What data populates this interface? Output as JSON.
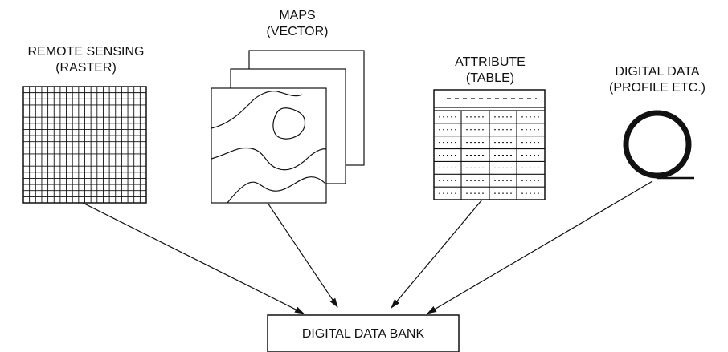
{
  "sources": {
    "remote_sensing": {
      "line1": "REMOTE SENSING",
      "line2": "(RASTER)"
    },
    "maps": {
      "line1": "MAPS",
      "line2": "(VECTOR)"
    },
    "attribute": {
      "line1": "ATTRIBUTE",
      "line2": "(TABLE)"
    },
    "digital_data": {
      "line1": "DIGITAL DATA",
      "line2": "(PROFILE ETC.)"
    }
  },
  "target": {
    "label": "DIGITAL DATA BANK"
  },
  "colors": {
    "ink": "#111111",
    "background": "#ffffff"
  }
}
